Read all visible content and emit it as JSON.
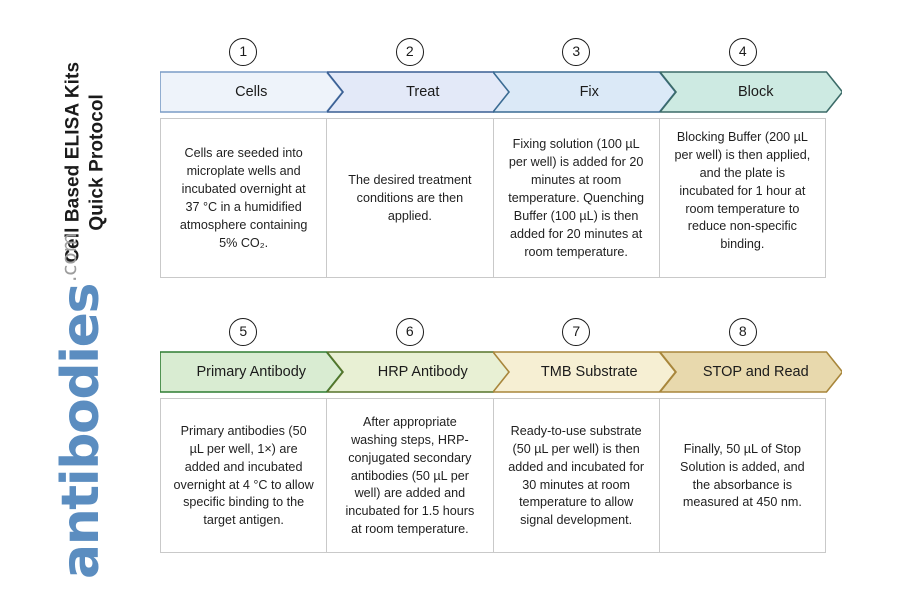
{
  "page": {
    "title_line1": "Cell Based ELISA Kits",
    "title_line2": "Quick Protocol",
    "title_full": "Cell Based ELISA Kits\nQuick Protocol"
  },
  "logo": {
    "word": "antibodies",
    "suffix": ".com",
    "word_color": "#5b8dc0",
    "suffix_color": "#9d9d9d"
  },
  "flow": {
    "row1": {
      "steps": [
        {
          "number": "1",
          "label": "Cells",
          "fill": "#eef3fa",
          "stroke": "#7a9cc6",
          "description": "Cells are seeded into microplate wells and incubated overnight at 37 °C in a humidified atmosphere containing 5% CO₂.",
          "align": "middle"
        },
        {
          "number": "2",
          "label": "Treat",
          "fill": "#e3e9f8",
          "stroke": "#3a5f93",
          "description": "The desired treatment conditions are then applied.",
          "align": "middle"
        },
        {
          "number": "3",
          "label": "Fix",
          "fill": "#dbe9f7",
          "stroke": "#3a6b93",
          "description": "Fixing solution (100 µL per well) is added for 20 minutes at room temperature. Quenching Buffer (100 µL) is then added for 20 minutes at room temperature.",
          "align": "middle"
        },
        {
          "number": "4",
          "label": "Block",
          "fill": "#cdeae2",
          "stroke": "#3c6b68",
          "description": "Blocking Buffer (200 µL per well) is then applied, and the plate is incubated for 1 hour at room temperature to reduce non-specific binding.",
          "align": "top"
        }
      ]
    },
    "row2": {
      "steps": [
        {
          "number": "5",
          "label": "Primary Antibody",
          "fill": "#d9ecd2",
          "stroke": "#2f7d32",
          "description": "Primary antibodies (50 µL per well, 1×) are added and incubated overnight at 4 °C to allow specific binding to the target antigen.",
          "align": "middle"
        },
        {
          "number": "6",
          "label": "HRP Antibody",
          "fill": "#e8f0d4",
          "stroke": "#57742b",
          "description": "After appropriate washing steps, HRP-conjugated secondary antibodies (50 µL per well) are added and incubated for 1.5 hours at room temperature.",
          "align": "middle"
        },
        {
          "number": "7",
          "label": "TMB Substrate",
          "fill": "#f6efd3",
          "stroke": "#a8863b",
          "description": "Ready-to-use substrate (50 µL per well) is then added and incubated for 30 minutes at room temperature to allow signal development.",
          "align": "middle"
        },
        {
          "number": "8",
          "label": "STOP and Read",
          "fill": "#e8d9ad",
          "stroke": "#a8863b",
          "description": "Finally, 50 µL of Stop Solution is added, and the absorbance is measured at 450 nm.",
          "align": "middle"
        }
      ]
    }
  }
}
